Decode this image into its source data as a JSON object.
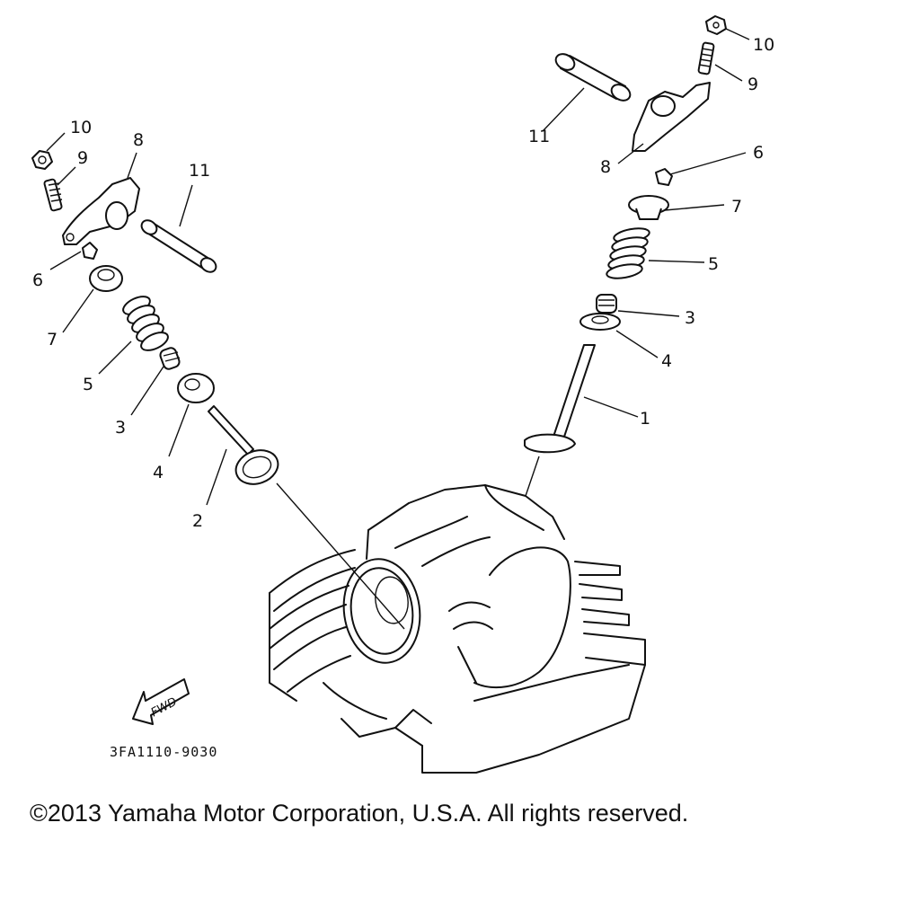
{
  "diagram": {
    "drawing_code": "3FA1110-9030",
    "direction_label": "FWD",
    "callouts": {
      "left_10": "10",
      "left_9": "9",
      "left_8": "8",
      "left_11": "11",
      "left_6": "6",
      "left_7": "7",
      "left_5": "5",
      "left_3": "3",
      "left_4": "4",
      "left_2": "2",
      "right_10": "10",
      "right_9": "9",
      "right_11": "11",
      "right_8": "8",
      "right_6": "6",
      "right_7": "7",
      "right_5": "5",
      "right_3": "3",
      "right_4": "4",
      "right_1": "1"
    }
  },
  "footer": {
    "copyright": "©2013 Yamaha Motor Corporation, U.S.A. All rights reserved."
  }
}
